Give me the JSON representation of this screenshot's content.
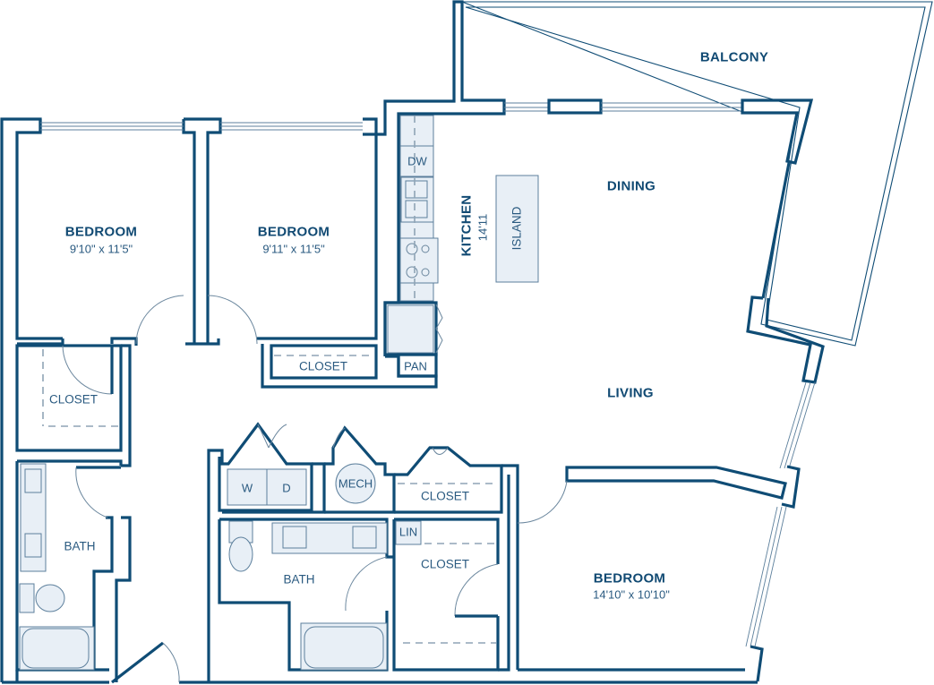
{
  "floorplan": {
    "colors": {
      "wall": "#0f4c75",
      "fixture_fill": "#e8eff6",
      "label": "#114a73"
    },
    "rooms": {
      "balcony": {
        "label": "BALCONY"
      },
      "dining": {
        "label": "DINING"
      },
      "living": {
        "label": "LIVING"
      },
      "kitchen": {
        "label": "KITCHEN",
        "dimension": "14'11"
      },
      "island": {
        "label": "ISLAND"
      },
      "bedroom_1": {
        "label": "BEDROOM",
        "dimension": "9'10\" x 11'5\""
      },
      "bedroom_2": {
        "label": "BEDROOM",
        "dimension": "9'11\" x 11'5\""
      },
      "bedroom_3": {
        "label": "BEDROOM",
        "dimension": "14'10\" x 10'10\""
      },
      "bath_1": {
        "label": "BATH"
      },
      "bath_2": {
        "label": "BATH"
      },
      "closet_bed1": {
        "label": "CLOSET"
      },
      "closet_bed2": {
        "label": "CLOSET"
      },
      "closet_hall": {
        "label": "CLOSET"
      },
      "closet_master": {
        "label": "CLOSET"
      }
    },
    "fixtures": {
      "dishwasher": "DW",
      "pantry": "PAN",
      "washer": "W",
      "dryer": "D",
      "mech": "MECH",
      "linen": "LIN"
    }
  }
}
